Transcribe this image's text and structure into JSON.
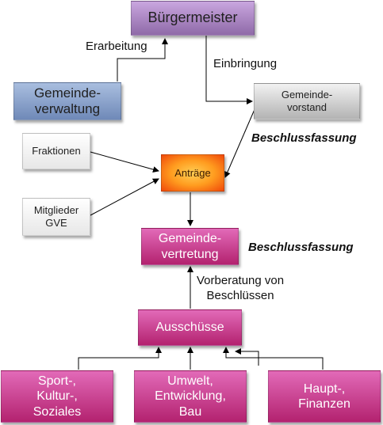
{
  "nodes": {
    "buergermeister": "Bürgermeister",
    "gemeindeverwaltung": "Gemeinde-\nverwaltung",
    "gemeindevorstand": "Gemeinde-\nvorstand",
    "fraktionen": "Fraktionen",
    "antraege": "Anträge",
    "mitglieder_gve": "Mitglieder\nGVE",
    "gemeindevertretung": "Gemeinde-\nvertretung",
    "ausschuesse": "Ausschüsse",
    "sport_kultur_soziales": "Sport-,\nKultur-,\nSoziales",
    "umwelt_entwicklung_bau": "Umwelt,\nEntwicklung,\nBau",
    "haupt_finanzen": "Haupt-,\nFinanzen"
  },
  "edge_labels": {
    "erarbeitung": "Erarbeitung",
    "einbringung": "Einbringung",
    "beschlussfassung_vorstand": "Beschlussfassung",
    "beschlussfassung_vertretung": "Beschlussfassung",
    "vorberatung": "Vorberatung von\nBeschlüssen"
  }
}
